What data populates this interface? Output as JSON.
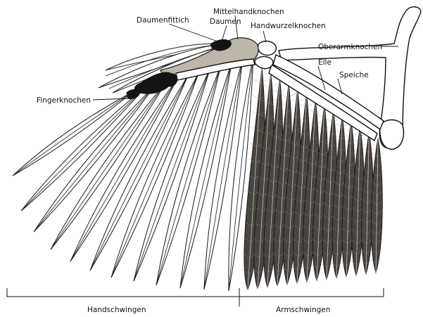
{
  "labels": {
    "daumenfittich": "Daumenfittich",
    "mittelhandknochen": "Mittelhandknochen",
    "daumen": "Daumen",
    "handwurzelknochen": "Handwurzelknochen",
    "oberarmknochen": "Oberarmknochen",
    "elle": "Elle",
    "speiche": "Speiche",
    "fingerknochen": "Fingerknochen",
    "handschwingen": "Handschwingen",
    "armschwingen": "Armschwingen"
  },
  "colors": {
    "background": "#ffffff",
    "ink": "#111111",
    "dark_feathers": "#4a4440",
    "bone_grey": "#bdb6a9"
  }
}
